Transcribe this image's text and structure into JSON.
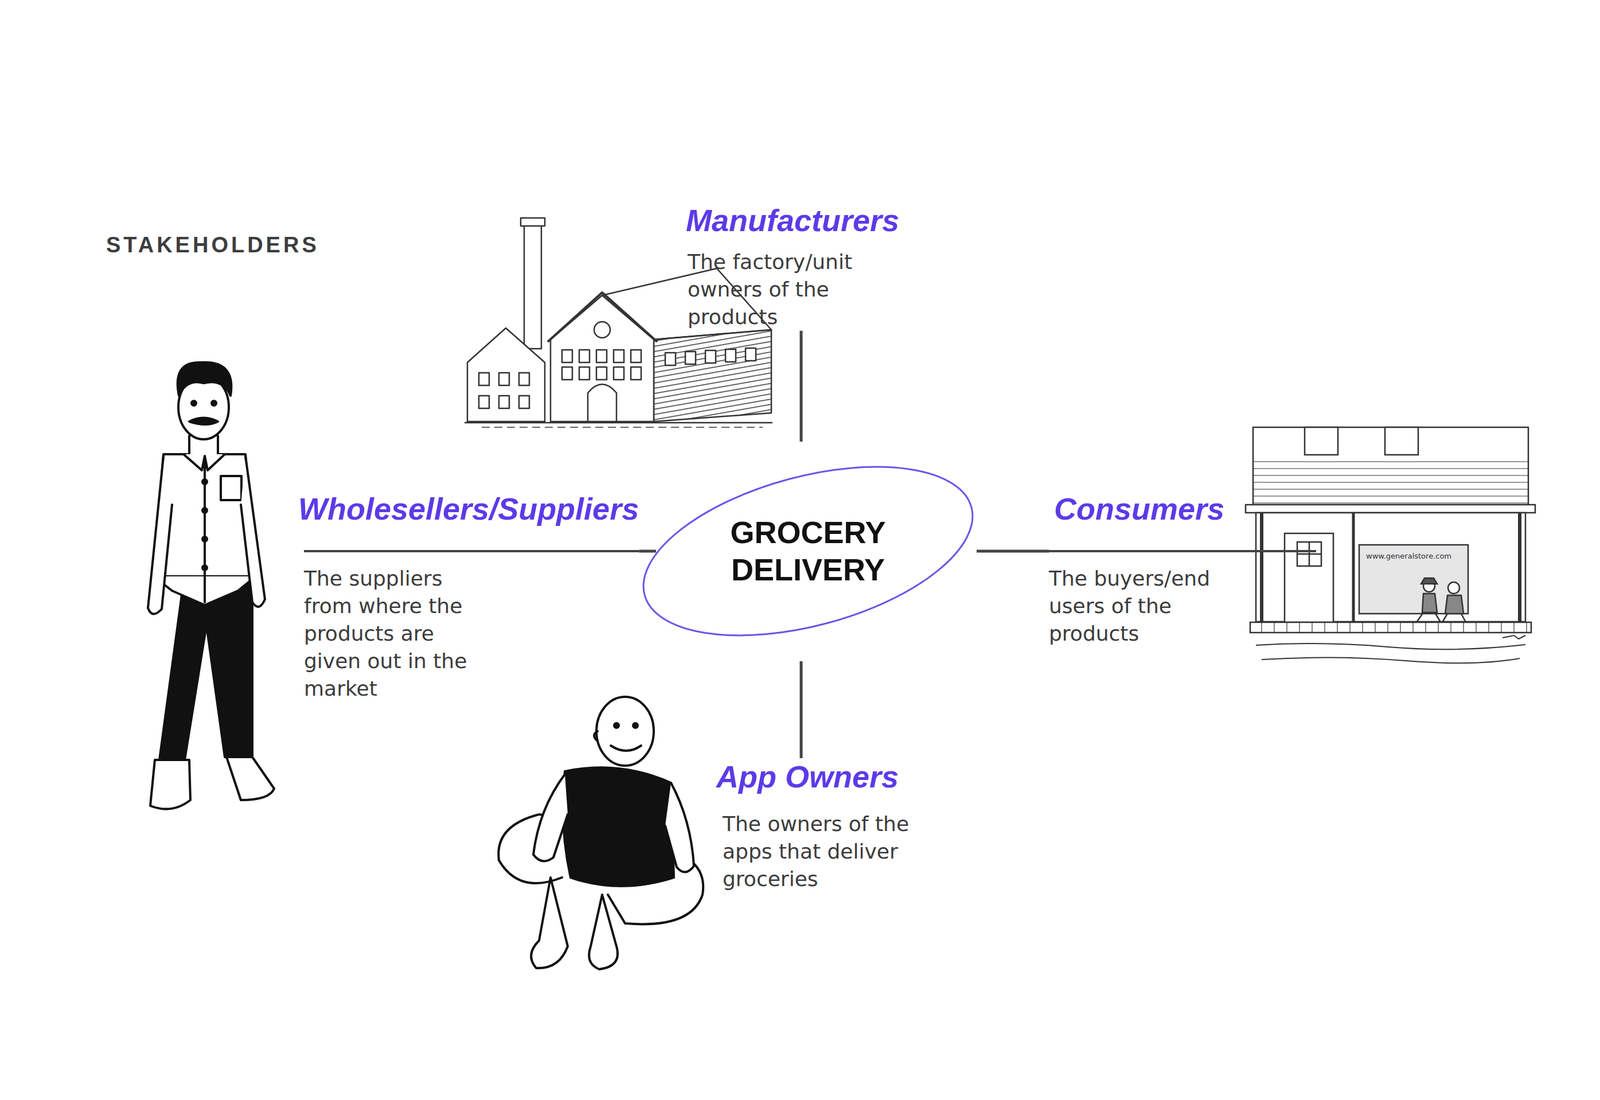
{
  "diagram": {
    "title": "STAKEHOLDERS",
    "nodes": [
      {
        "text": [
          "Manufacturers",
          "The factory/unit owners of the products"
        ]
      },
      {
        "text": [
          "Wholesellers/Suppliers",
          "The suppliers from where the products are given out in the market"
        ]
      },
      {
        "text": [
          "GROCERY DELIVERY"
        ]
      },
      {
        "text": [
          "Consumers",
          "The buyers/end users of the products"
        ]
      },
      {
        "text": [
          "App Owners",
          "The owners of the apps that deliver groceries"
        ]
      }
    ],
    "edges": [
      {
        "from": 0,
        "to": 2,
        "arrow": "none"
      },
      {
        "from": 1,
        "to": 2,
        "arrow": "none"
      },
      {
        "from": 2,
        "to": 3,
        "arrow": "none"
      },
      {
        "from": 2,
        "to": 4,
        "arrow": "none"
      }
    ],
    "labels": [
      "www.generalstore.com"
    ]
  }
}
